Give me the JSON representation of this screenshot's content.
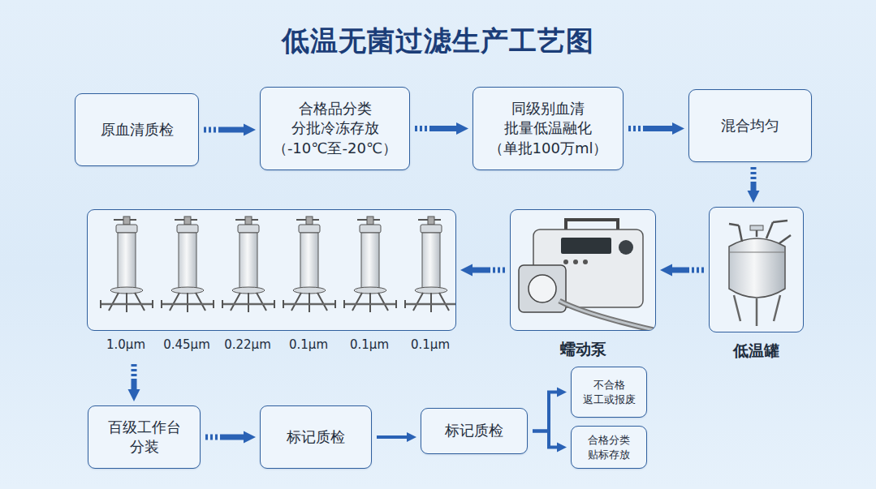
{
  "diagram": {
    "title": "低温无菌过滤生产工艺图",
    "nodes": [
      {
        "text": [
          "原血清质检"
        ]
      },
      {
        "text": [
          "合格品分类 分批冷冻存放 （-10℃至-20℃）"
        ]
      },
      {
        "text": [
          "同级别血清 批量低温融化 （单批100万ml）"
        ]
      },
      {
        "text": [
          "混合均匀"
        ]
      },
      {
        "text": [
          "低温罐"
        ]
      },
      {
        "text": [
          "蠕动泵"
        ]
      },
      {
        "text": [
          "1.0μm",
          "0.45μm",
          "0.22μm",
          "0.1μm",
          "0.1μm",
          "0.1μm"
        ]
      },
      {
        "text": [
          "百级工作台 分装"
        ]
      },
      {
        "text": [
          "标记质检"
        ]
      },
      {
        "text": [
          "标记质检"
        ]
      },
      {
        "text": [
          "不合格 返工或报废"
        ]
      },
      {
        "text": [
          "合格分类 贴标存放"
        ]
      }
    ],
    "edges": [
      {
        "from": 0,
        "to": 1,
        "arrow": "to"
      },
      {
        "from": 1,
        "to": 2,
        "arrow": "to"
      },
      {
        "from": 2,
        "to": 3,
        "arrow": "to"
      },
      {
        "from": 3,
        "to": 4,
        "arrow": "to"
      },
      {
        "from": 4,
        "to": 5,
        "arrow": "to"
      },
      {
        "from": 5,
        "to": 6,
        "arrow": "to"
      },
      {
        "from": 6,
        "to": 7,
        "arrow": "to"
      },
      {
        "from": 7,
        "to": 8,
        "arrow": "to"
      },
      {
        "from": 8,
        "to": 9,
        "arrow": "to"
      },
      {
        "from": 9,
        "to": 10,
        "arrow": "to"
      },
      {
        "from": 9,
        "to": 11,
        "arrow": "to"
      }
    ]
  }
}
